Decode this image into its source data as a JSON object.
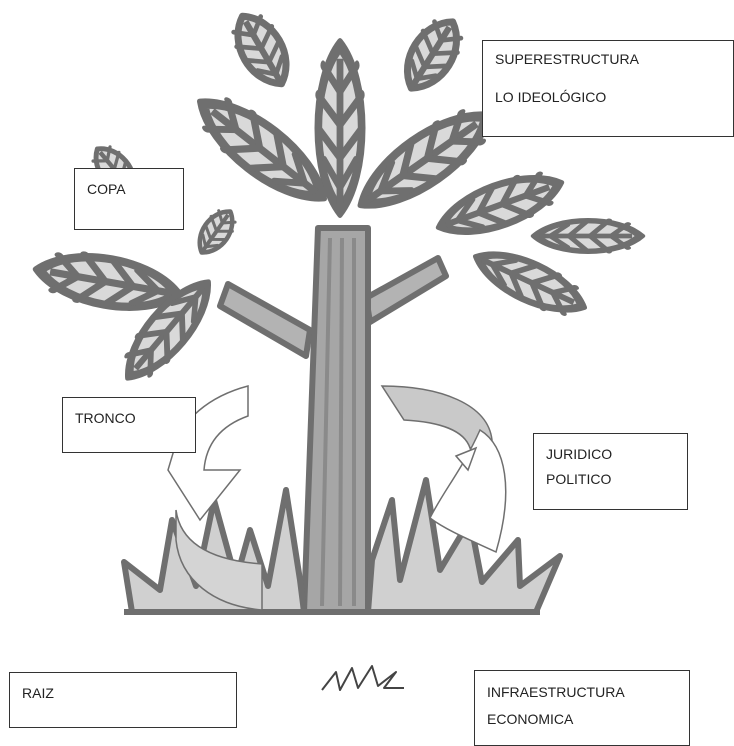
{
  "labels": {
    "superestructura": {
      "line1": "SUPERESTRUCTURA",
      "line2": "LO IDEOLÓGICO"
    },
    "copa": "COPA",
    "tronco": "TRONCO",
    "juridico": {
      "line1": "JURIDICO",
      "line2": "POLITICO"
    },
    "raiz": "RAIZ",
    "infraestructura": {
      "line1": "INFRAESTRUCTURA",
      "line2": "ECONOMICA"
    }
  },
  "colors": {
    "outline": "#6f6f6f",
    "leaf_fill": "#d9d9d9",
    "trunk_fill": "#a6a6a6",
    "grass_fill": "#d0d0d0",
    "box_border": "#333333"
  },
  "icons": [
    "leaf-icon",
    "trunk",
    "grass",
    "scroll-arrow-icon",
    "scribble-icon"
  ]
}
